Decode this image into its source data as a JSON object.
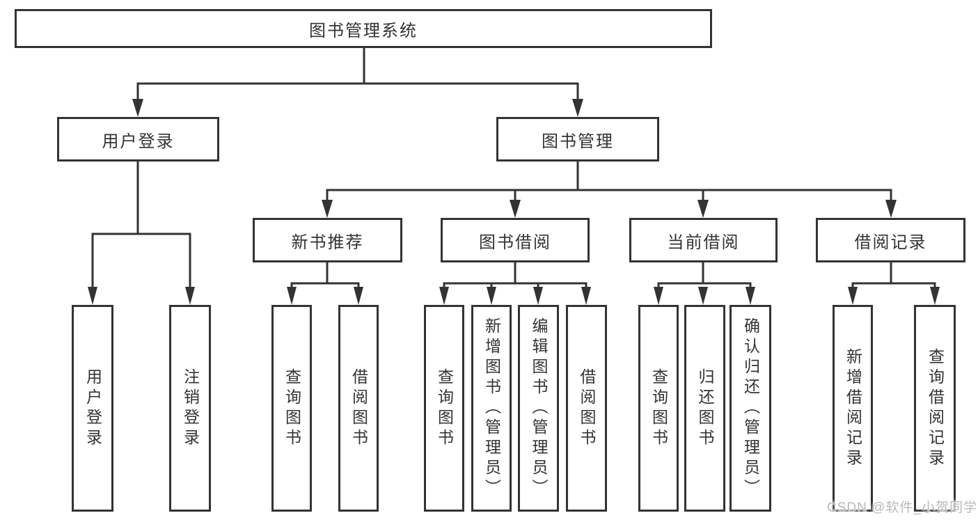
{
  "diagram": {
    "root": {
      "label": "图书管理系统"
    },
    "level2": {
      "user_login": {
        "label": "用户登录"
      },
      "book_mgmt": {
        "label": "图书管理"
      }
    },
    "level3": {
      "new_book": {
        "label": "新书推荐"
      },
      "borrow": {
        "label": "图书借阅"
      },
      "current": {
        "label": "当前借阅"
      },
      "records": {
        "label": "借阅记录"
      }
    },
    "leaves": {
      "user_login": [
        "用户登录",
        "注销登录"
      ],
      "new_book": [
        "查询图书",
        "借阅图书"
      ],
      "borrow": [
        "查询图书",
        "新增图书（管理员）",
        "编辑图书（管理员）",
        "借阅图书"
      ],
      "current": [
        "查询图书",
        "归还图书",
        "确认归还（管理员）"
      ],
      "records": [
        "新增借阅记录",
        "查询借阅记录"
      ]
    }
  },
  "watermark": {
    "text": "CSDN @软件_小贺同学"
  },
  "colors": {
    "line": "#333333",
    "text": "#333333",
    "box_background": "#ffffff",
    "watermark": "#b9b9b9",
    "background": "#ffffff"
  }
}
